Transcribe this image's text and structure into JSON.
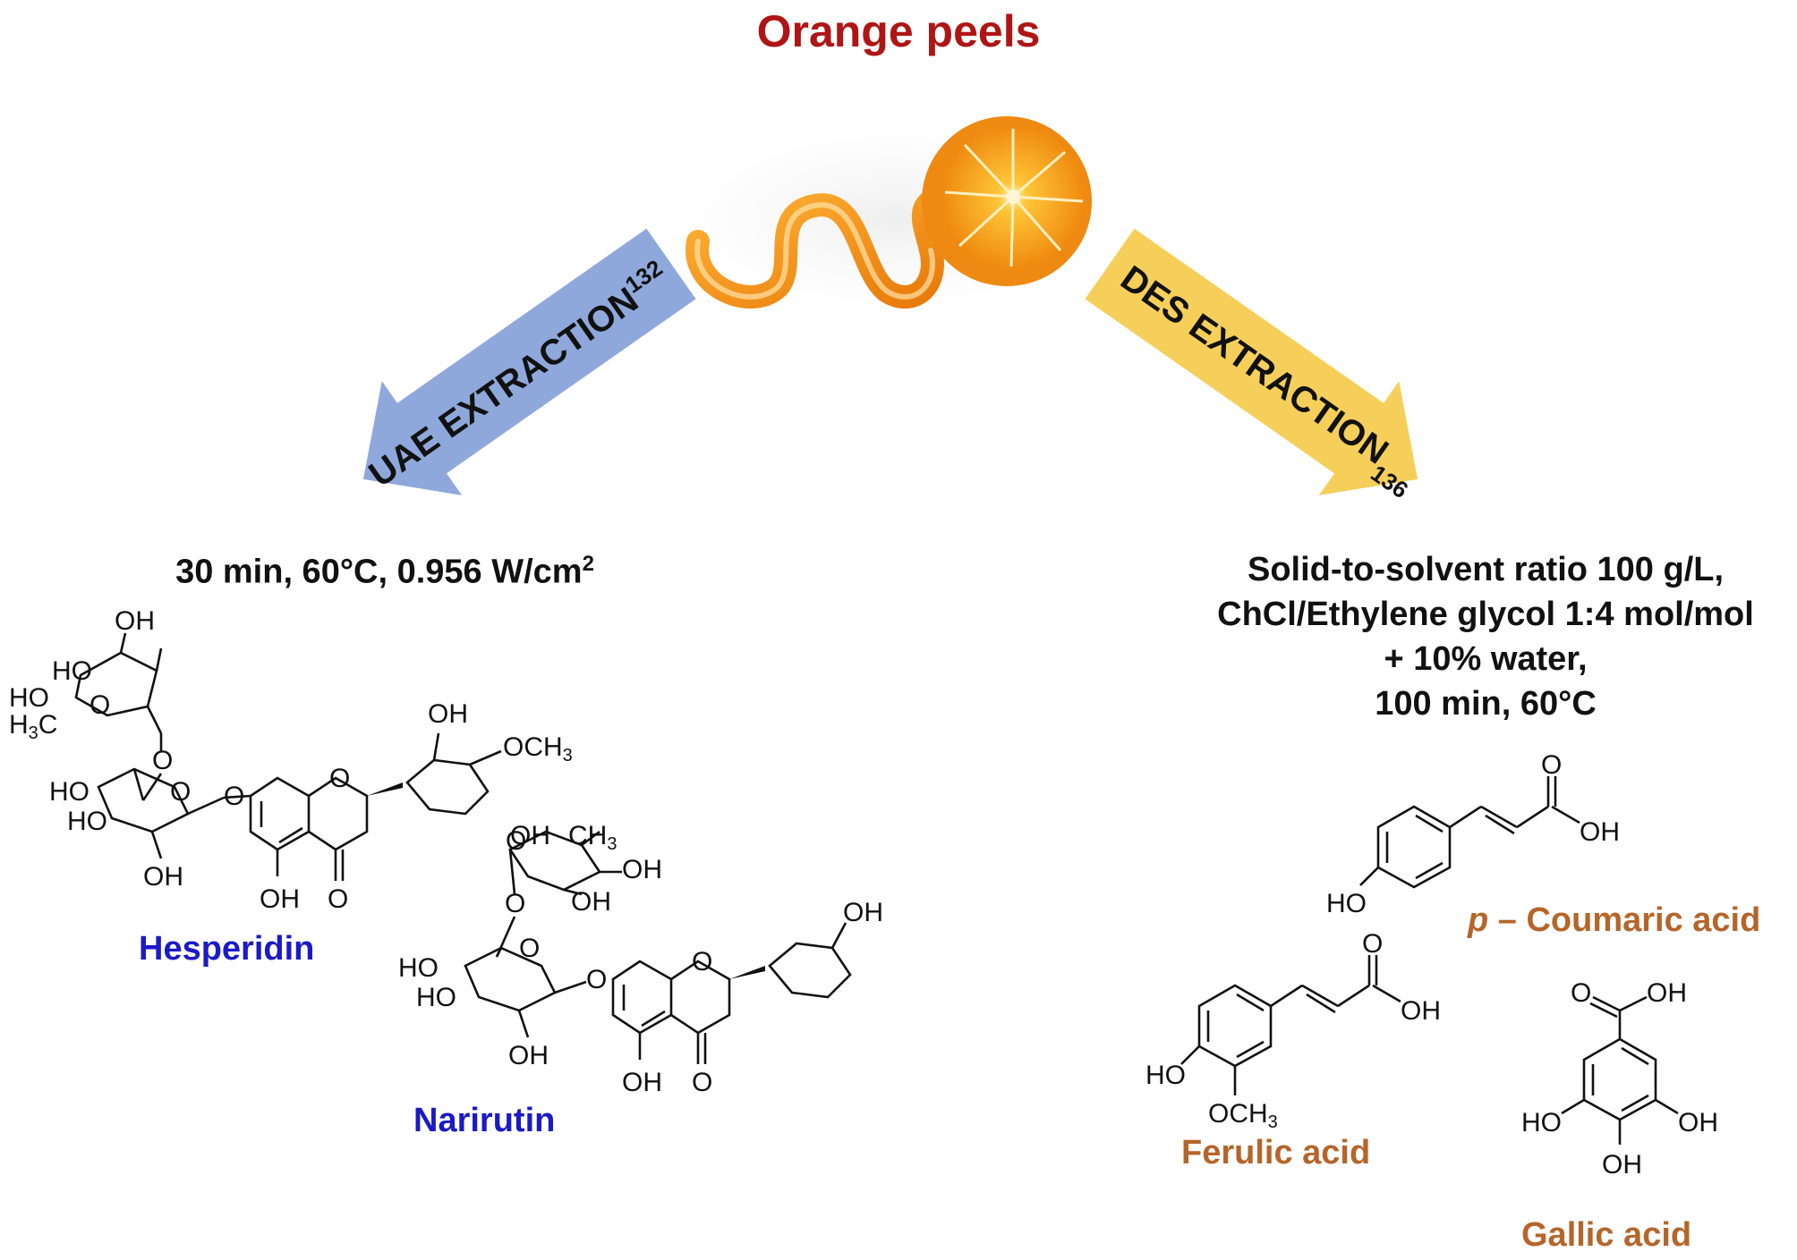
{
  "title": "Orange peels",
  "uae": {
    "label": "UAE EXTRACTION",
    "ref": "132",
    "color": "#8fa8dc",
    "conditions": "30 min, 60°C, 0.956 W/cm",
    "conditions_sup": "2"
  },
  "des": {
    "label": "DES EXTRACTION",
    "ref": "136",
    "color": "#f6cf5a",
    "conditions": [
      "Solid-to-solvent ratio 100 g/L,",
      "ChCl/Ethylene glycol 1:4 mol/mol",
      "+ 10% water,",
      "100 min, 60°C"
    ]
  },
  "compounds": {
    "hesperidin": "Hesperidin",
    "narirutin": "Narirutin",
    "p_coumaric_prefix": "p",
    "p_coumaric": " – Coumaric acid",
    "ferulic": "Ferulic acid",
    "gallic": "Gallic acid"
  },
  "atoms": {
    "OH": "OH",
    "HO": "HO",
    "O": "O",
    "OCH3": "OCH",
    "CH3": "CH",
    "H3C": "H",
    "C": "C",
    "three": "3"
  },
  "colors": {
    "title": "#b01515",
    "blue_names": "#1a1ac8",
    "brown_names": "#b5652a"
  }
}
